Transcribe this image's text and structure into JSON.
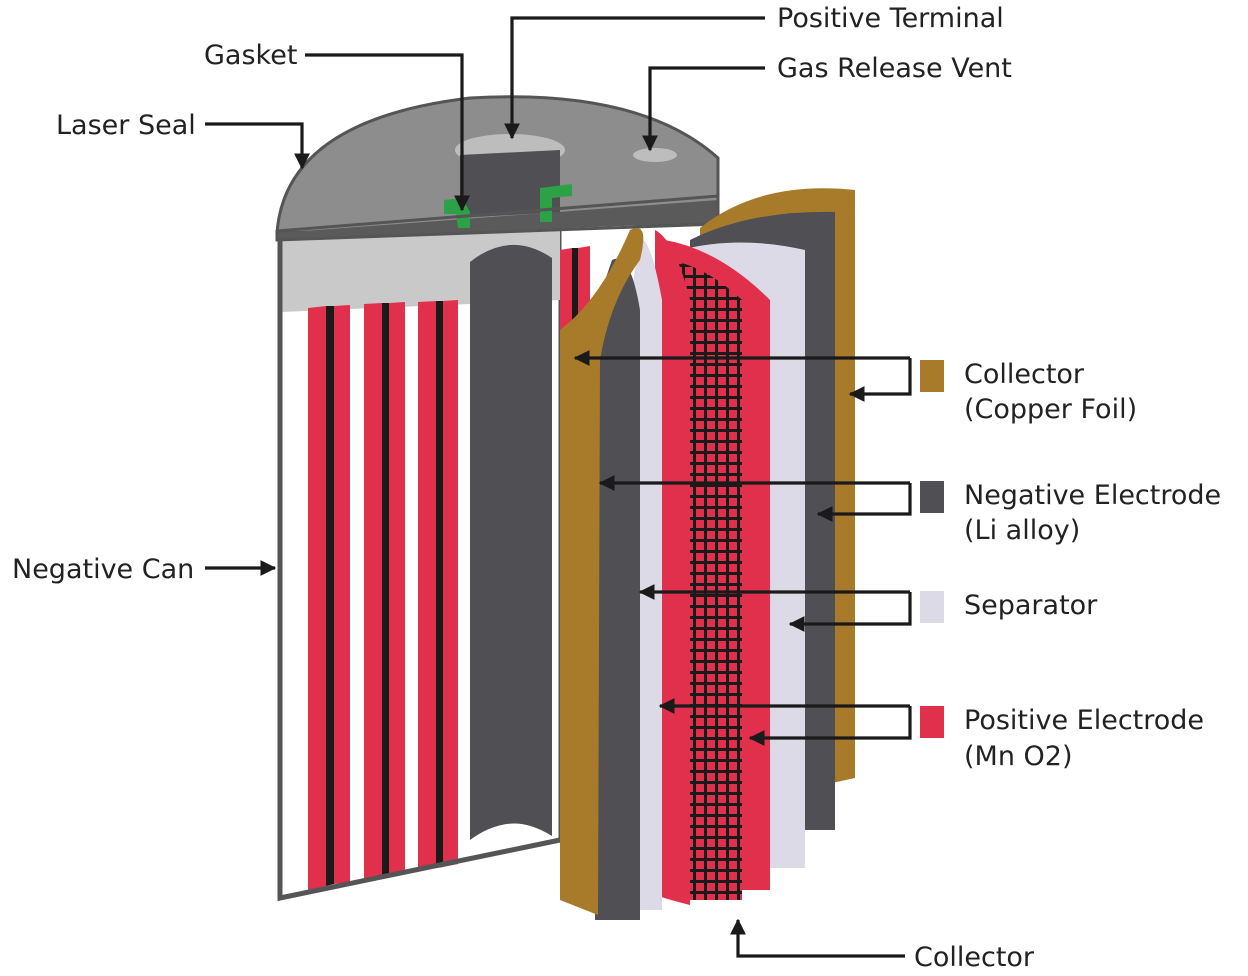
{
  "labels": {
    "positive_terminal": "Positive Terminal",
    "gasket": "Gasket",
    "gas_release_vent": "Gas Release Vent",
    "laser_seal": "Laser Seal",
    "negative_can": "Negative Can",
    "collector_bottom": "Collector"
  },
  "legend": [
    {
      "line1": "Collector",
      "line2": "(Copper Foil)",
      "color": "#a87b2a"
    },
    {
      "line1": "Negative Electrode",
      "line2": "(Li alloy)",
      "color": "#4f4f54"
    },
    {
      "line1": "Separator",
      "line2": "",
      "color": "#dcdae6"
    },
    {
      "line1": "Positive Electrode",
      "line2": "(Mn O2)",
      "color": "#e0304c"
    }
  ],
  "colors": {
    "red": "#e0304c",
    "dark_gray": "#4f4f54",
    "gold": "#a87b2a",
    "lavender": "#dcdae6",
    "green": "#2ca146",
    "cap_gray": "#8d8d8d",
    "light_gray": "#c8c8c8"
  }
}
